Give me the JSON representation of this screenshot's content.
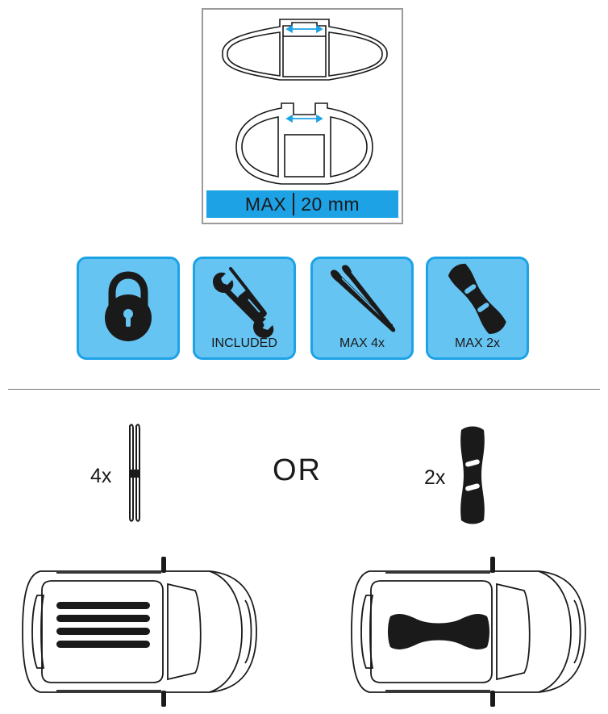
{
  "profile_panel": {
    "max_label": "MAX",
    "max_value": "20 mm"
  },
  "features": [
    {
      "id": "lock",
      "icon": "padlock-icon",
      "label": ""
    },
    {
      "id": "tools",
      "icon": "tools-icon",
      "label": "INCLUDED"
    },
    {
      "id": "skis",
      "icon": "skis-icon",
      "label": "MAX 4x"
    },
    {
      "id": "snowboard",
      "icon": "snowboard-icon",
      "label": "MAX 2x"
    }
  ],
  "load_options": {
    "ski_count": "4x",
    "separator": "OR",
    "snowboard_count": "2x"
  },
  "colors": {
    "accent": "#1ea2e6",
    "tile_fill": "#66c4f2",
    "ink": "#1a1a1a"
  }
}
